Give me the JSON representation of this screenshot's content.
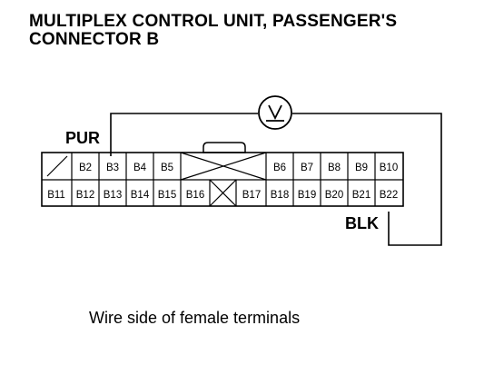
{
  "title": {
    "line1": "MULTIPLEX CONTROL UNIT, PASSENGER'S",
    "line2": "CONNECTOR B"
  },
  "meter": {
    "symbol": "V",
    "icon": "voltmeter-icon"
  },
  "wires": {
    "positive": {
      "color_code": "PUR"
    },
    "negative": {
      "color_code": "BLK"
    }
  },
  "connector": {
    "top_row": [
      "",
      "B2",
      "B3",
      "B4",
      "B5",
      "",
      "B6",
      "B7",
      "B8",
      "B9",
      "B10"
    ],
    "bottom_row": [
      "B11",
      "B12",
      "B13",
      "B14",
      "B15",
      "B16",
      "",
      "B17",
      "B18",
      "B19",
      "B20",
      "B21",
      "B22"
    ]
  },
  "caption": "Wire side of female terminals"
}
